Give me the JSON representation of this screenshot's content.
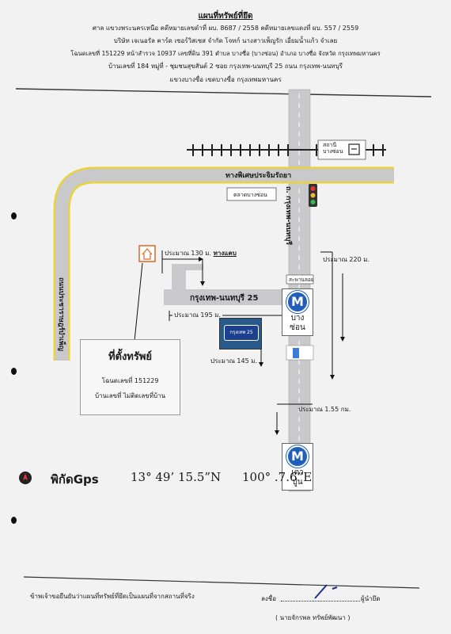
{
  "header": {
    "title": "แผนที่ทรัพย์ที่ยึด",
    "line1": "ศาล แขวงพระนครเหนือ   คดีหมายเลขดำที่ ผบ. 8687 / 2558     คดีหมายเลขแดงที่ ผบ. 557 / 2559",
    "line2": "บริษัท เจเนอรัล คาร์ด เซอร์วิสเซส จำกัด  โจทก์       นางสาวเพ็ญรัก  เอี่ยมน้ำแก้ว  จำเลย",
    "line3": "โฉนดเลขที่ 151229  หน้าสำรวจ 10937  เลขที่ดิน 391   ตำบล บางซื่อ (บางซ่อน)  อำเภอ บางซื่อ จังหวัด กรุงเทพมหานคร",
    "line4": "บ้านเลขที่ 184 หมู่ที่ - ชุมชนสุขสันต์ 2  ซอย กรุงเทพ-นนทบุรี 25  ถนน กรุงเทพ-นนทบุรี",
    "line5": "แขวงบางซื่อ  เขตบางซื่อ  กรุงเทพมหานคร"
  },
  "map": {
    "station_label": "สถานี\nบางซ่อน",
    "expressway": "ทางพิเศษประจิมรัถยา",
    "market": "ตลาดบางซ่อน",
    "main_road": "ถ. กรุงเทพ-นนทบุรี",
    "left_road": "ถนนประชาราษฎร์บำเพ็ญ",
    "soi": "กรุงเทพ-นนทบุรี 25",
    "dist_130": "ประมาณ  130 ม.",
    "ramp": "ทางแคบ",
    "dist_195": "ประมาณ  195 ม.",
    "dist_145": "ประมาณ  145 ม.",
    "dist_220": "ประมาณ  220 ม.",
    "dist_155": "ประมาณ  1.55 กม.",
    "bridge": "สะพานลอย",
    "sign_text": "กรุงเทพ 25",
    "metro1_line1": "บาง",
    "metro1_line2": "ซ่อน",
    "metro2_line1": "เตา",
    "metro2_line2": "ปูน",
    "metro_letter": "M"
  },
  "site": {
    "title": "ที่ตั้งทรัพย์",
    "deed": "โฉนดเลขที่ 151229",
    "house": "บ้านเลขที่  ไม่ติดเลขที่บ้าน"
  },
  "gps": {
    "label": "พิกัดGps",
    "lat": "13°  49’ 15.5”N",
    "lon": "100°  .7.6”E"
  },
  "footer": {
    "statement": "ข้าพเจ้าขอยืนยันว่าแผนที่ทรัพย์ที่ยึดเป็นแผนที่จากสถานที่จริง",
    "sign": "ลงชื่อ",
    "role": "ผู้นำยึด",
    "name": "( นายจักรพล ทรัพย์พัฒนา )"
  }
}
